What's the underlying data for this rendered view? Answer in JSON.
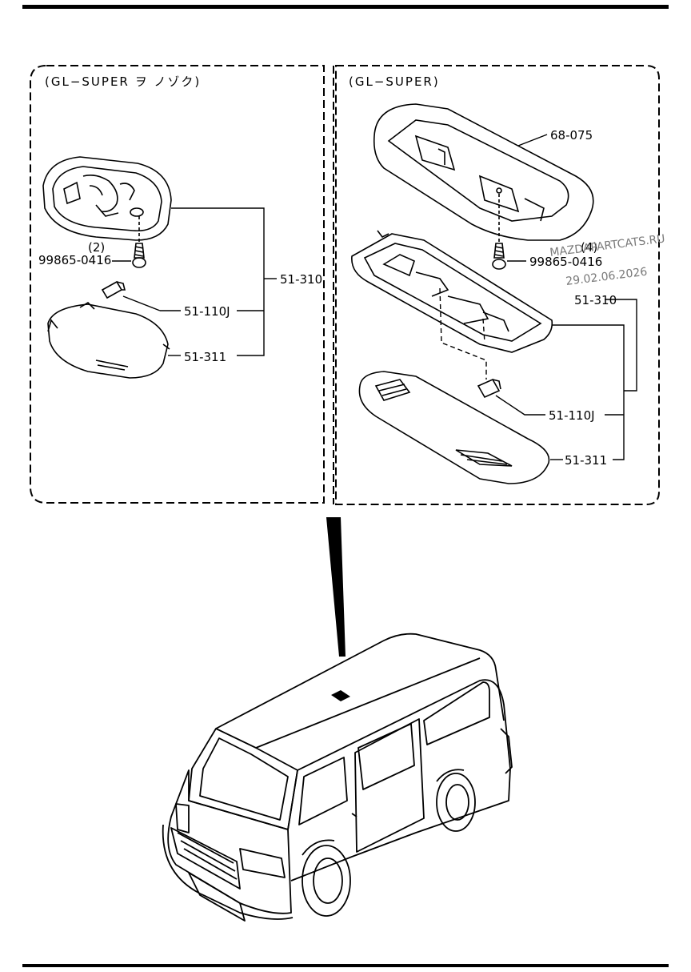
{
  "left_panel": {
    "header": "(GL−SUPER ヲ ノゾク)",
    "qty": "(2)",
    "screw": "99865-0416",
    "bulb": "51-110J",
    "assy": "51-310",
    "lens": "51-311"
  },
  "right_panel": {
    "header": "(GL−SUPER)",
    "bezel": "68-075",
    "qty": "(4)",
    "screw": "99865-0416",
    "assy": "51-310",
    "bulb": "51-110J",
    "lens": "51-311"
  },
  "watermark": {
    "line1": "MAZDAPARTCATS.RU",
    "line2": "29.02.06.2026"
  }
}
